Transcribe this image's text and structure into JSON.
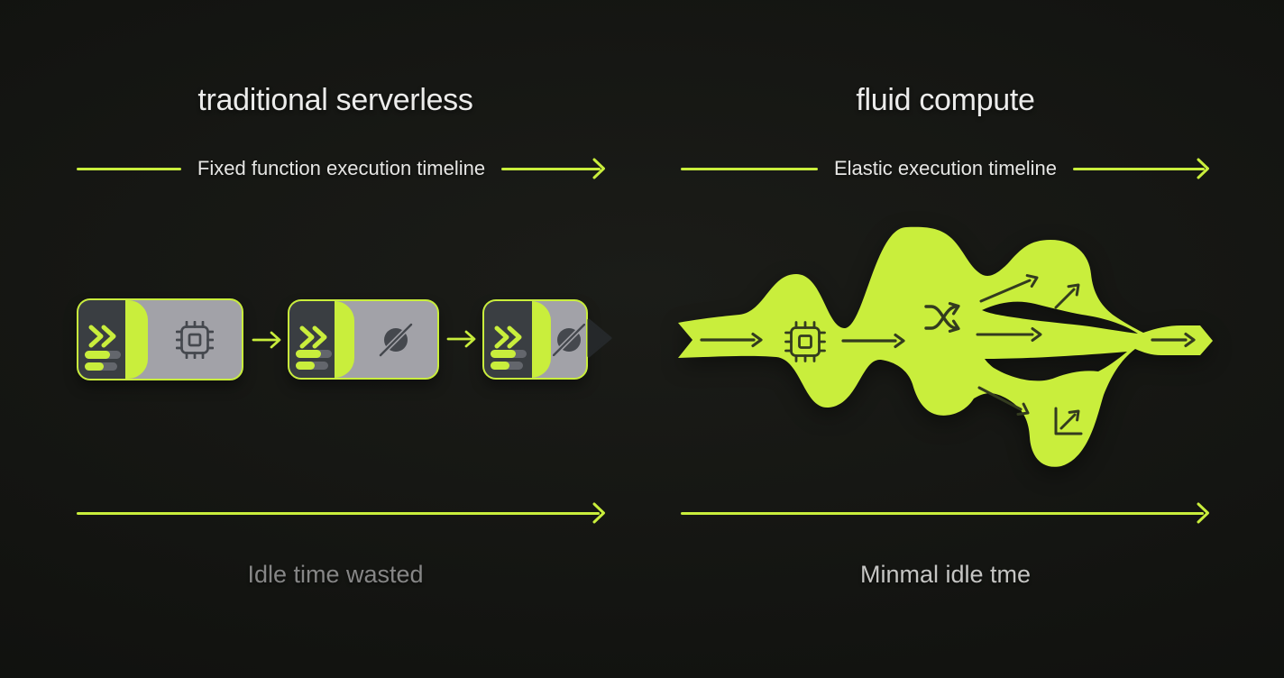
{
  "colors": {
    "background": "#131411",
    "lime": "#c9ee3c",
    "box_gray": "#a2a2a8",
    "box_dark": "#3a3e42",
    "icon_dark": "#45484e",
    "pill_gray": "#63666c",
    "ghost": "#25282a",
    "title_text": "#ececeb",
    "timeline_text": "#e6e6e4",
    "left_caption": "#868686",
    "right_caption": "#c5c5c3",
    "blob_icon": "#333b1f"
  },
  "left_panel": {
    "title": "traditional serverless",
    "timeline_label": "Fixed function execution timeline",
    "caption": "Idle time wasted",
    "boxes": [
      {
        "icon": "cpu-chip"
      },
      {
        "icon": "idle-slash"
      },
      {
        "icon": "idle-slash"
      }
    ]
  },
  "right_panel": {
    "title": "fluid compute",
    "timeline_label": "Elastic execution timeline",
    "caption": "Minmal idle tme"
  }
}
